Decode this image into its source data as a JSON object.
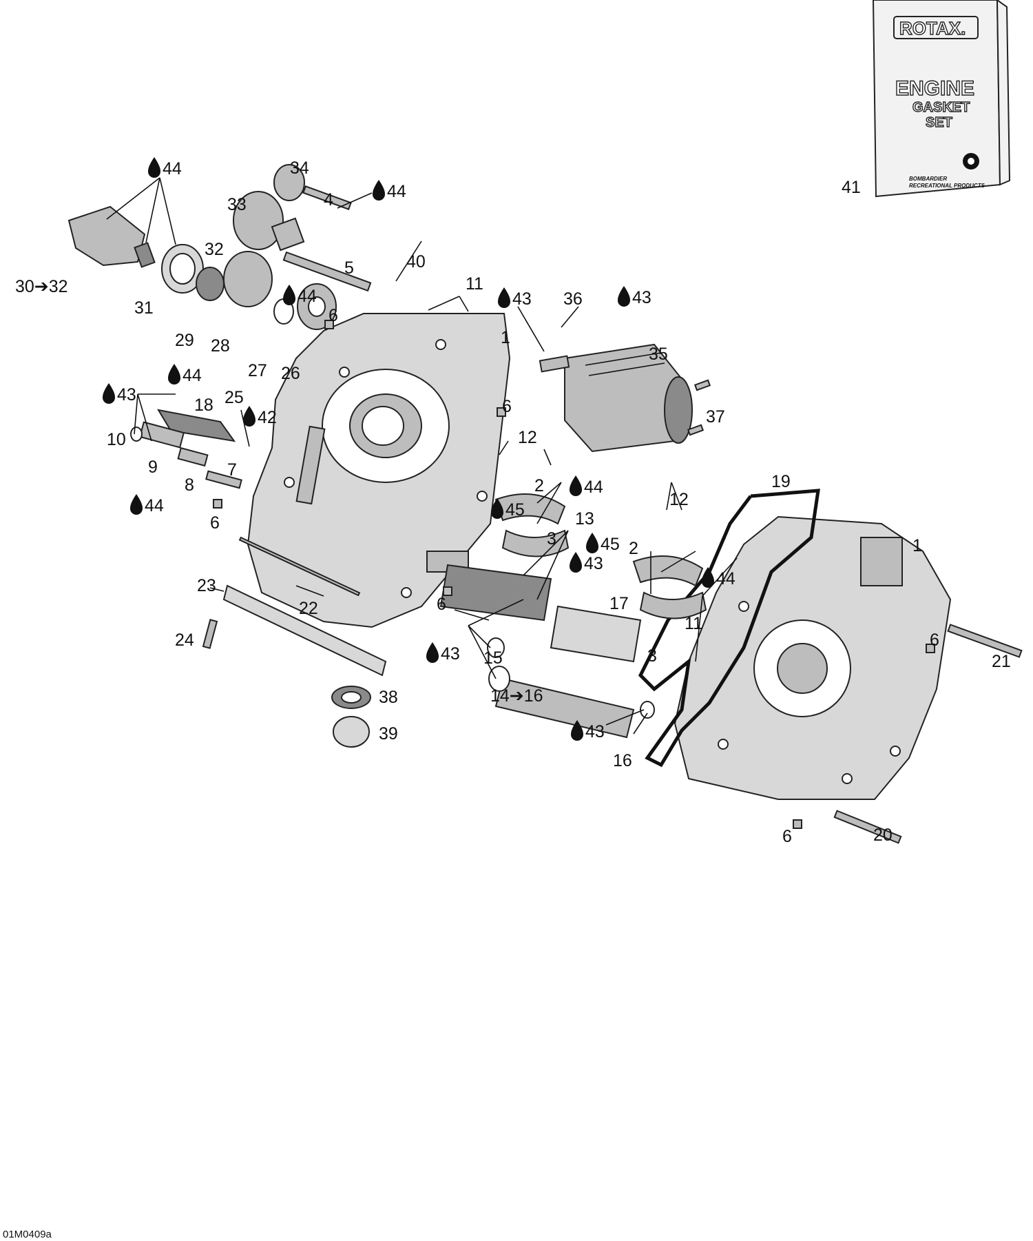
{
  "figure_code": "01M0409a",
  "kit": {
    "brand": "ROTAX.",
    "line1": "ENGINE",
    "line2": "GASKET",
    "line3": "SET",
    "maker1": "BOMBARDIER",
    "maker2": "RECREATIONAL PRODUCTS"
  },
  "callouts": [
    {
      "id": "c44a",
      "text": "44",
      "drop": true
    },
    {
      "id": "c34",
      "text": "34"
    },
    {
      "id": "c4",
      "text": "4"
    },
    {
      "id": "c44b",
      "text": "44",
      "drop": true
    },
    {
      "id": "c33",
      "text": "33"
    },
    {
      "id": "c41",
      "text": "41"
    },
    {
      "id": "c32",
      "text": "32"
    },
    {
      "id": "c5",
      "text": "5"
    },
    {
      "id": "c40",
      "text": "40"
    },
    {
      "id": "c30",
      "text": "30➔32"
    },
    {
      "id": "c31",
      "text": "31"
    },
    {
      "id": "c44c",
      "text": "44",
      "drop": true
    },
    {
      "id": "c11a",
      "text": "11"
    },
    {
      "id": "c43a",
      "text": "43",
      "drop": true
    },
    {
      "id": "c36",
      "text": "36"
    },
    {
      "id": "c43b",
      "text": "43",
      "drop": true
    },
    {
      "id": "c6a",
      "text": "6"
    },
    {
      "id": "c29",
      "text": "29"
    },
    {
      "id": "c28",
      "text": "28"
    },
    {
      "id": "c1a",
      "text": "1"
    },
    {
      "id": "c35",
      "text": "35"
    },
    {
      "id": "c27",
      "text": "27"
    },
    {
      "id": "c26",
      "text": "26"
    },
    {
      "id": "c44d",
      "text": "44",
      "drop": true
    },
    {
      "id": "c43c",
      "text": "43",
      "drop": true
    },
    {
      "id": "c18",
      "text": "18"
    },
    {
      "id": "c25",
      "text": "25"
    },
    {
      "id": "c42",
      "text": "42",
      "drop": true
    },
    {
      "id": "c6b",
      "text": "6"
    },
    {
      "id": "c37",
      "text": "37"
    },
    {
      "id": "c10",
      "text": "10"
    },
    {
      "id": "c12a",
      "text": "12"
    },
    {
      "id": "c9",
      "text": "9"
    },
    {
      "id": "c7",
      "text": "7"
    },
    {
      "id": "c8",
      "text": "8"
    },
    {
      "id": "c19",
      "text": "19"
    },
    {
      "id": "c2a",
      "text": "2"
    },
    {
      "id": "c44e",
      "text": "44",
      "drop": true
    },
    {
      "id": "c44f",
      "text": "44",
      "drop": true
    },
    {
      "id": "c12b",
      "text": "12"
    },
    {
      "id": "c45a",
      "text": "45",
      "drop": true
    },
    {
      "id": "c6c",
      "text": "6"
    },
    {
      "id": "c13",
      "text": "13"
    },
    {
      "id": "c1b",
      "text": "1"
    },
    {
      "id": "c3a",
      "text": "3"
    },
    {
      "id": "c45b",
      "text": "45",
      "drop": true
    },
    {
      "id": "c2b",
      "text": "2"
    },
    {
      "id": "c43d",
      "text": "43",
      "drop": true
    },
    {
      "id": "c44g",
      "text": "44",
      "drop": true
    },
    {
      "id": "c23",
      "text": "23"
    },
    {
      "id": "c6d",
      "text": "6"
    },
    {
      "id": "c17",
      "text": "17"
    },
    {
      "id": "c22",
      "text": "22"
    },
    {
      "id": "c11b",
      "text": "11"
    },
    {
      "id": "c24",
      "text": "24"
    },
    {
      "id": "c43e",
      "text": "43",
      "drop": true
    },
    {
      "id": "c3b",
      "text": "3"
    },
    {
      "id": "c6e",
      "text": "6"
    },
    {
      "id": "c21",
      "text": "21"
    },
    {
      "id": "c15",
      "text": "15"
    },
    {
      "id": "c38",
      "text": "38"
    },
    {
      "id": "c14",
      "text": "14➔16"
    },
    {
      "id": "c39",
      "text": "39"
    },
    {
      "id": "c43f",
      "text": "43",
      "drop": true
    },
    {
      "id": "c16",
      "text": "16"
    },
    {
      "id": "c20",
      "text": "20"
    },
    {
      "id": "c6f",
      "text": "6"
    }
  ]
}
